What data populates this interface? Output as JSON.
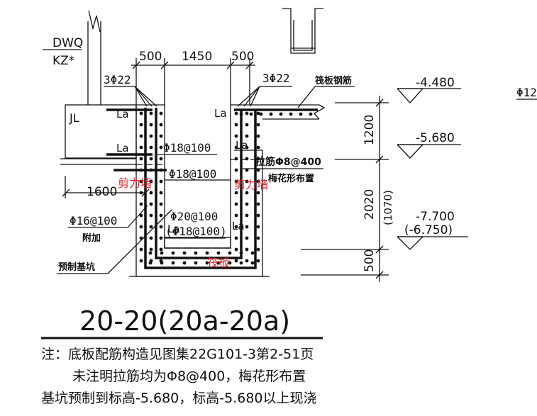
{
  "top_labels": {
    "dwq": "DWQ",
    "kz": "KZ*",
    "jl": "JL"
  },
  "dimensions": {
    "left_500": "500",
    "mid_1450": "1450",
    "right_500": "500",
    "len_1600": "1600",
    "h_1200": "1200",
    "h_2020": "2020",
    "h_1070": "(1070)",
    "h_500": "500"
  },
  "rebar": {
    "left_3phi22": "3Φ22",
    "right_3phi22": "3Φ22",
    "raft_rebar": "筏板钢筋",
    "phi18_100_a": "Φ18@100",
    "phi18_100_b": "Φ18@100",
    "tie_phi8": "拉筋Φ8@400",
    "quincunx": "梅花形布置",
    "phi16_100": "Φ16@100",
    "additional": "附加",
    "phi20_100": "Φ20@100",
    "phi18_100_paren": "(Φ18@100)",
    "precast_pit": "预制基坑",
    "cut_phi12": "Φ12"
  },
  "anchors": {
    "la_1": "La",
    "la_2": "La",
    "la_3": "La",
    "la_4": "La",
    "la_5": "La",
    "la_6": "La"
  },
  "red_labels": {
    "shear_wall_left": "剪力墙",
    "shear_wall_right": "剪力墙",
    "raft": "筏板"
  },
  "elevations": {
    "e1": "-4.480",
    "e2": "-5.680",
    "e3": "-7.700",
    "e4": "(-6.750)"
  },
  "section_title": "20-20(20a-20a)",
  "notes": {
    "line1": "注：底板配筋构造见图集22G101-3第2-51页",
    "line2": "未注明拉筋均为Φ8@400，梅花形布置",
    "line3": "基坑预制到标高-5.680，标高-5.680以上现浇"
  }
}
